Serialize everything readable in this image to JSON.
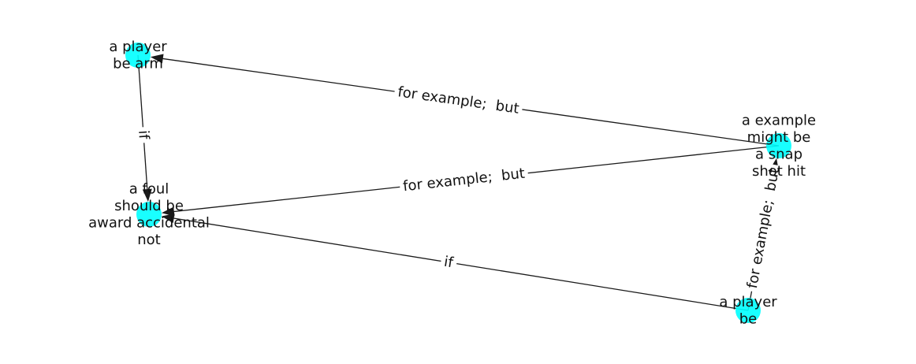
{
  "diagram": {
    "node_color": "#00ffff",
    "edge_color": "#1a1a1a",
    "nodes": [
      {
        "id": "n1",
        "lines": [
          "a player",
          "be arm"
        ]
      },
      {
        "id": "n2",
        "lines": [
          "a foul",
          "should be",
          "award accidental",
          "not"
        ]
      },
      {
        "id": "n3",
        "lines": [
          "a example",
          "might be",
          "a snap",
          "shot hit"
        ]
      },
      {
        "id": "n4",
        "lines": [
          "a player",
          "be"
        ]
      }
    ],
    "edges": [
      {
        "id": "e1",
        "source": "n3",
        "target": "n1",
        "label": "for example;  but"
      },
      {
        "id": "e2",
        "source": "n1",
        "target": "n2",
        "label": "if"
      },
      {
        "id": "e3",
        "source": "n3",
        "target": "n2",
        "label": "for example;  but"
      },
      {
        "id": "e4",
        "source": "n4",
        "target": "n2",
        "label": "if"
      },
      {
        "id": "e5",
        "source": "n4",
        "target": "n3",
        "label": "for example;  but"
      }
    ]
  }
}
